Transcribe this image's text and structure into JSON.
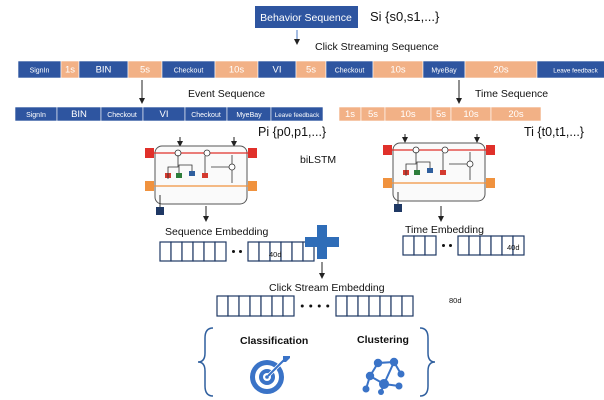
{
  "behavior": {
    "label": "Behavior Sequence",
    "si": "Si {s0,s1,...}"
  },
  "click_stream": {
    "label": "Click Streaming Sequence",
    "cells": [
      "SignIn",
      "1s",
      "BIN",
      "5s",
      "Checkout",
      "10s",
      "VI",
      "5s",
      "Checkout",
      "10s",
      "MyeBay",
      "20s",
      "Leave feedback"
    ]
  },
  "event": {
    "label": "Event Sequence",
    "cells": [
      "SignIn",
      "BIN",
      "Checkout",
      "VI",
      "Checkout",
      "MyeBay",
      "Leave feedback"
    ],
    "pi": "Pi {p0,p1,...}"
  },
  "time": {
    "label": "Time Sequence",
    "cells": [
      "1s",
      "5s",
      "10s",
      "5s",
      "10s",
      "20s"
    ],
    "ti": "Ti {t0,t1,...}"
  },
  "bilstm": "biLSTM",
  "sequence_embedding": {
    "label": "Sequence Embedding",
    "dim": "40d"
  },
  "time_embedding": {
    "label": "Time Embedding",
    "dim": "40d"
  },
  "click_embedding": {
    "label": "Click Stream Embedding",
    "dim": "80d"
  },
  "tasks": {
    "classification": "Classification",
    "clustering": "Clustering"
  },
  "colors": {
    "navy": "#2e55a0",
    "salmon": "#f2b186",
    "dark_navy": "#1f3864",
    "plus_blue": "#2f6db8",
    "red": "#e0302a",
    "orange": "#f0923e",
    "icon_blue": "#3a73c7"
  }
}
